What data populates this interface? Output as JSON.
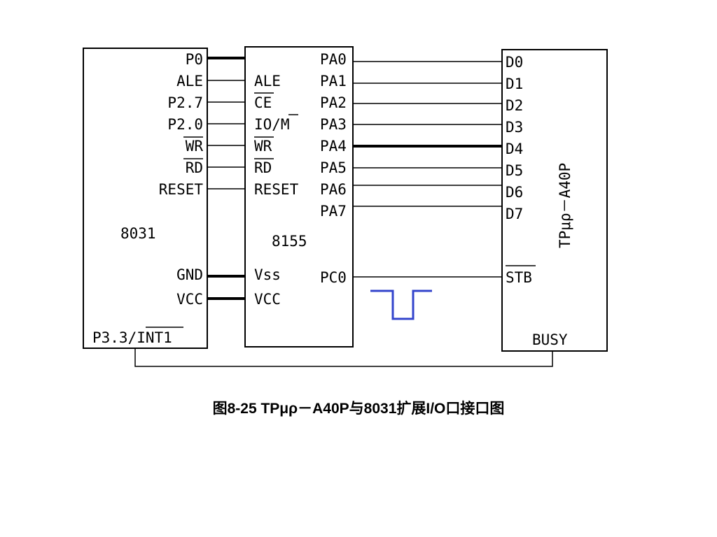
{
  "chip_8031": {
    "name": "8031",
    "pins": [
      "P0",
      "ALE",
      "P2.7",
      "P2.0",
      "WR",
      "RD",
      "RESET",
      "GND",
      "VCC"
    ],
    "int_pin": "P3.3/INT1"
  },
  "chip_8155": {
    "name": "8155",
    "left_pins": [
      "ALE",
      "CE",
      "IO/M",
      "WR",
      "RD",
      "RESET",
      "Vss",
      "VCC"
    ],
    "right_pins": [
      "PA0",
      "PA1",
      "PA2",
      "PA3",
      "PA4",
      "PA5",
      "PA6",
      "PA7",
      "PC0"
    ]
  },
  "printer": {
    "name": "TPμρ－A40P",
    "pins": [
      "D0",
      "D1",
      "D2",
      "D3",
      "D4",
      "D5",
      "D6",
      "D7",
      "STB",
      "BUSY"
    ]
  },
  "colors": {
    "pulse": "#3344cc",
    "lines": "#000000"
  },
  "caption": "图8-25   TPμρ－A40P与8031扩展I/O口接口图"
}
